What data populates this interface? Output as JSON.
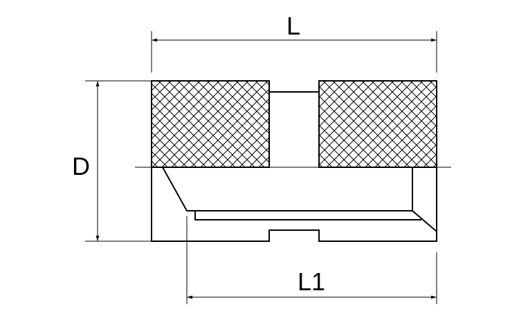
{
  "dimensions": {
    "length_label": "L",
    "diameter_label": "D",
    "inner_length_label": "L1"
  },
  "colors": {
    "line": "#000000",
    "background": "#ffffff"
  }
}
